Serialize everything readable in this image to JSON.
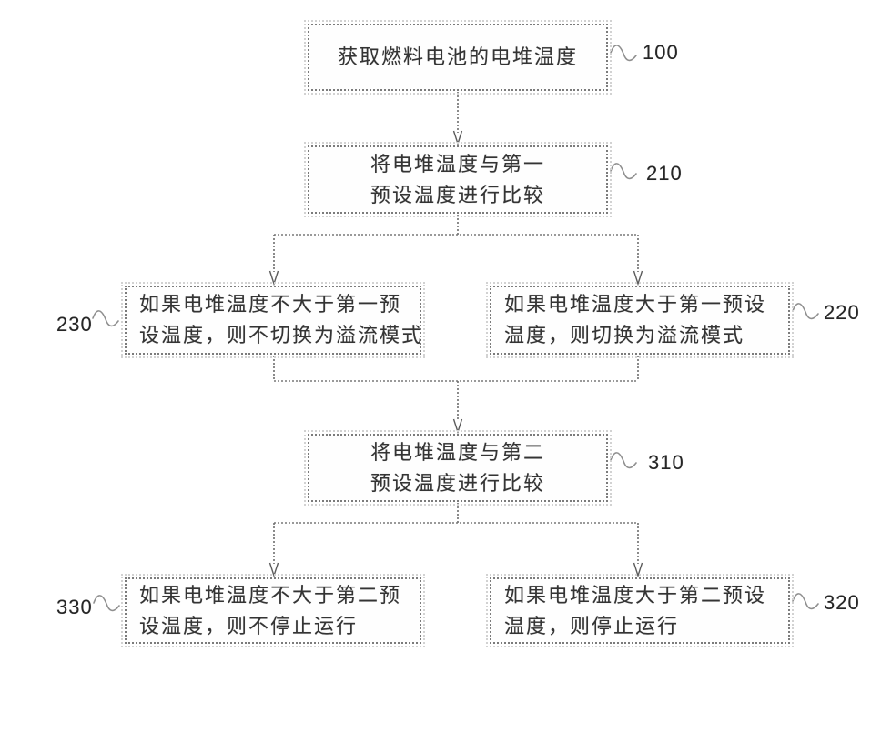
{
  "figure_type": "flowchart",
  "colors": {
    "background": "#ffffff",
    "box_border": "#7b7b7b",
    "text_ink": "#343434",
    "connector_line": "#6e6e6e"
  },
  "nodes": [
    {
      "ref": "100",
      "lines": [
        "获取燃料电池的电堆温度"
      ]
    },
    {
      "ref": "210",
      "lines": [
        "将电堆温度与第一",
        "预设温度进行比较"
      ]
    },
    {
      "ref": "230",
      "lines": [
        "如果电堆温度不大于第一预",
        "设温度，则不切换为溢流模式"
      ]
    },
    {
      "ref": "220",
      "lines": [
        "如果电堆温度大于第一预设",
        "温度，则切换为溢流模式"
      ]
    },
    {
      "ref": "310",
      "lines": [
        "将电堆温度与第二",
        "预设温度进行比较"
      ]
    },
    {
      "ref": "330",
      "lines": [
        "如果电堆温度不大于第二预",
        "设温度，则不停止运行"
      ]
    },
    {
      "ref": "320",
      "lines": [
        "如果电堆温度大于第二预设",
        "温度，则停止运行"
      ]
    }
  ]
}
